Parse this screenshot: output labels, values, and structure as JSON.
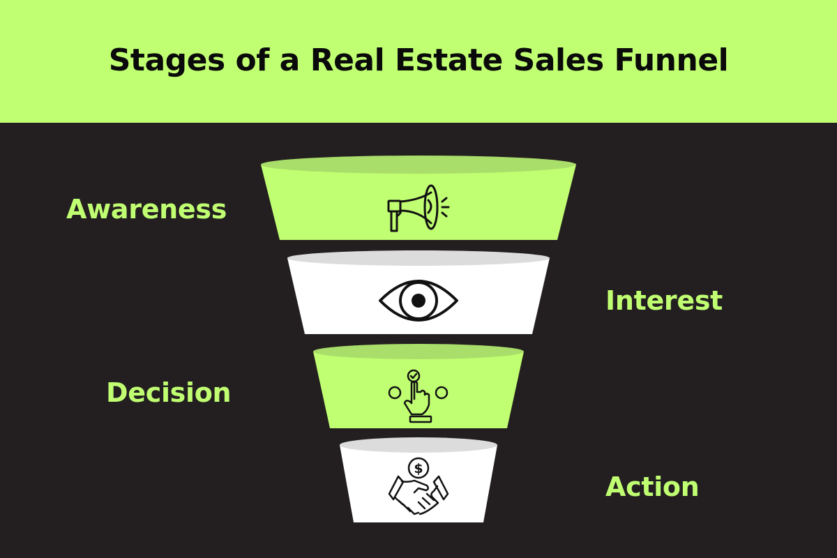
{
  "header": {
    "title": "Stages of a Real Estate Sales Funnel",
    "background": "#c1ff72"
  },
  "colors": {
    "background": "#231f20",
    "accent_green": "#c1ff72",
    "green_top": "#aade6a",
    "white": "#ffffff",
    "white_top": "#dcdcdc",
    "icon_stroke": "#111111"
  },
  "stages": [
    {
      "label": "Awareness",
      "icon": "megaphone-icon",
      "fill": "green",
      "label_side": "left"
    },
    {
      "label": "Interest",
      "icon": "eye-icon",
      "fill": "white",
      "label_side": "right"
    },
    {
      "label": "Decision",
      "icon": "hand-tap-check-icon",
      "fill": "green",
      "label_side": "left"
    },
    {
      "label": "Action",
      "icon": "handshake-dollar-icon",
      "fill": "white",
      "label_side": "right"
    }
  ]
}
